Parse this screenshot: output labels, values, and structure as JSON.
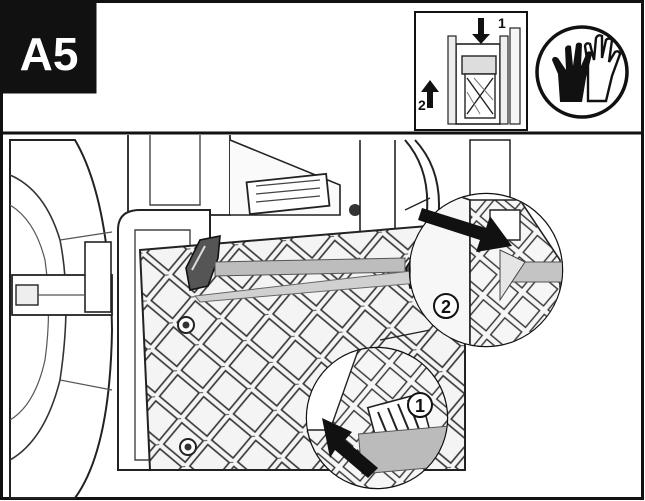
{
  "header": {
    "step_label": "A5"
  },
  "legend": {
    "push_step": "1",
    "lift_step": "2"
  },
  "callouts": {
    "lower_step": "1",
    "upper_step": "2"
  },
  "icons": {
    "gloves": "protective-gloves-icon",
    "push_arrow": "arrow-down-icon",
    "lift_arrow": "arrow-up-icon"
  }
}
